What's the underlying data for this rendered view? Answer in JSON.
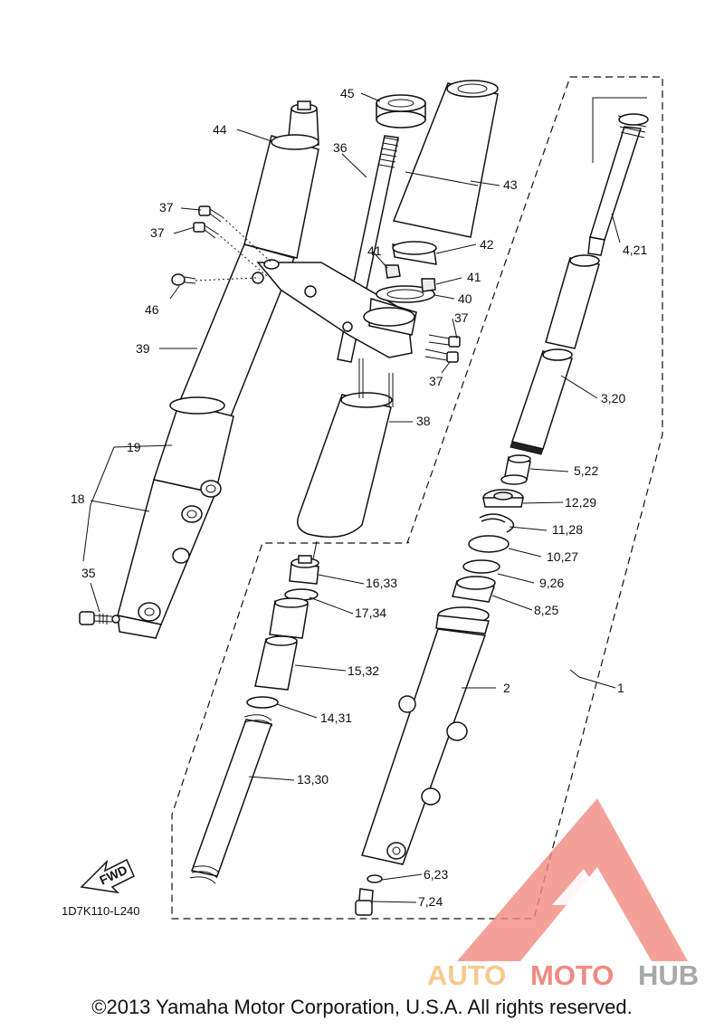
{
  "callouts": {
    "c1": "1",
    "c2": "2",
    "c3": "3,20",
    "c4": "4,21",
    "c5": "5,22",
    "c6": "6,23",
    "c7": "7,24",
    "c8": "8,25",
    "c9": "9,26",
    "c10": "10,27",
    "c11": "11,28",
    "c12": "12,29",
    "c13": "13,30",
    "c14": "14,31",
    "c15": "15,32",
    "c16": "16,33",
    "c17": "17,34",
    "c18": "18",
    "c19": "19",
    "c35": "35",
    "c36": "36",
    "c37a": "37",
    "c37b": "37",
    "c37c": "37",
    "c37d": "37",
    "c38": "38",
    "c39": "39",
    "c40": "40",
    "c41a": "41",
    "c41b": "41",
    "c42": "42",
    "c43": "43",
    "c44": "44",
    "c45": "45",
    "c46": "46"
  },
  "direction_badge": "FWD",
  "diagram_code": "1D7K110-L240",
  "watermark": {
    "logo_text_1": "AUTO",
    "logo_text_2": "MOTO",
    "logo_text_3": "HUB",
    "colors": {
      "triangle": "#f08a80",
      "auto": "#f7c98f",
      "moto": "#f08a80",
      "hub": "#a8a8a8"
    }
  },
  "copyright": "©2013 Yamaha Motor Corporation, U.S.A. All rights reserved."
}
